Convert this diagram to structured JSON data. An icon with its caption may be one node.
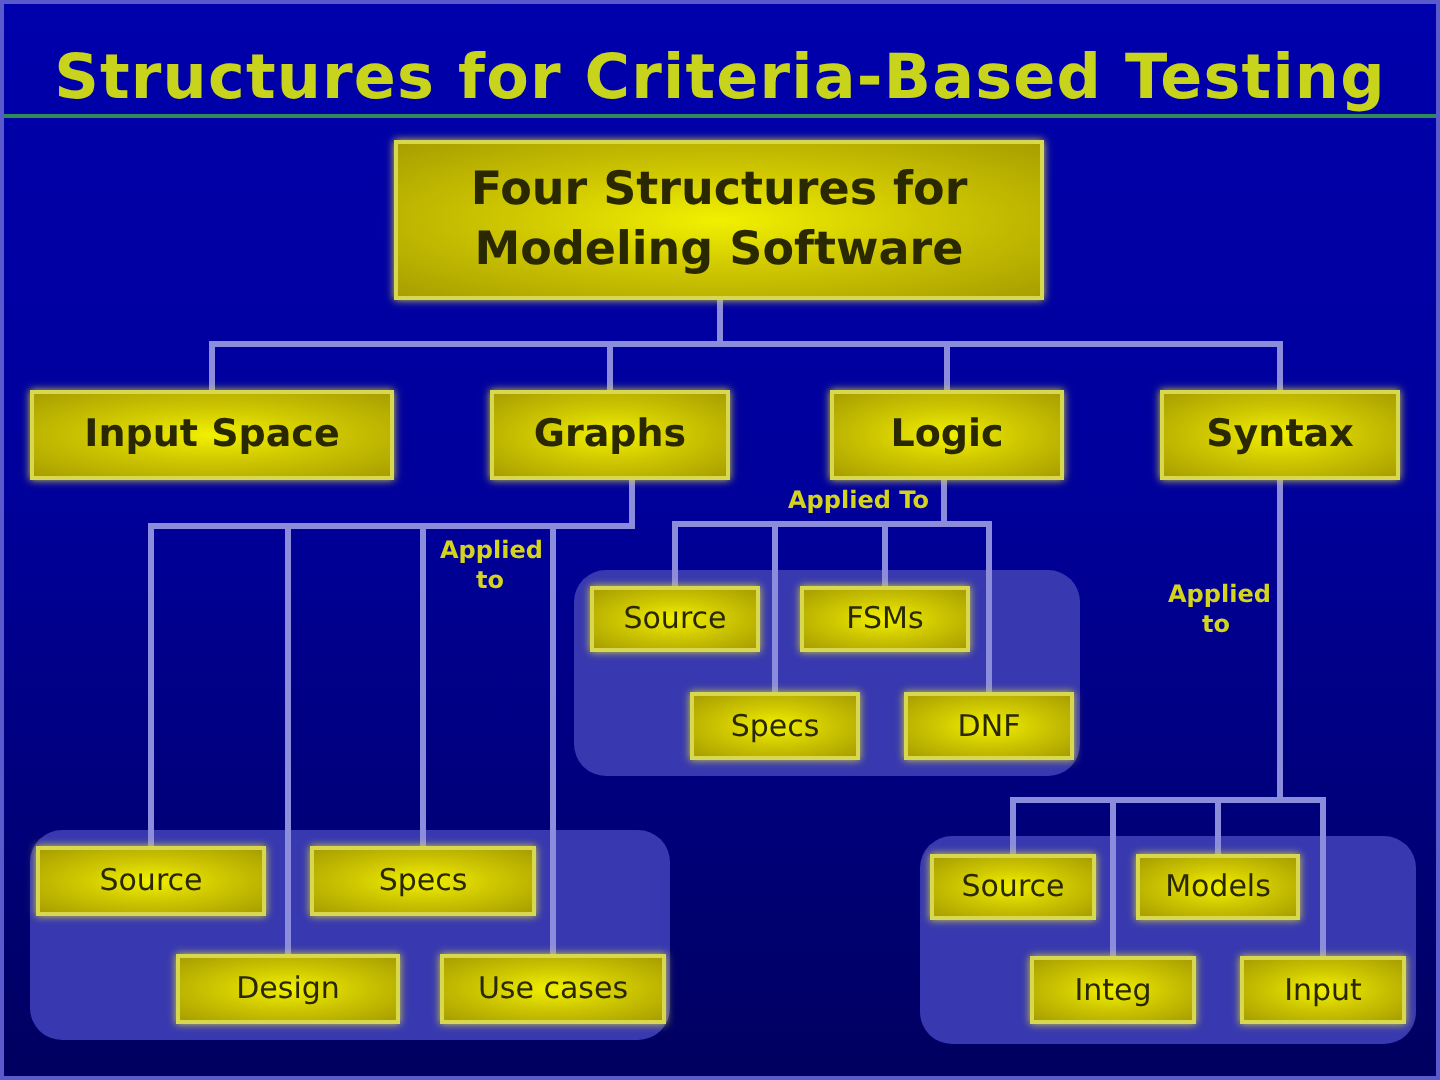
{
  "diagram": {
    "title": "Structures for Criteria-Based Testing",
    "nodes": [
      {
        "text": [
          "Four Structures for Modeling Software"
        ]
      },
      {
        "text": [
          "Input Space"
        ]
      },
      {
        "text": [
          "Graphs"
        ]
      },
      {
        "text": [
          "Logic"
        ]
      },
      {
        "text": [
          "Syntax"
        ]
      },
      {
        "text": [],
        "shape": "box"
      },
      {
        "text": [
          "Source"
        ],
        "in": 5
      },
      {
        "text": [
          "FSMs"
        ],
        "in": 5
      },
      {
        "text": [
          "Specs"
        ],
        "in": 5
      },
      {
        "text": [
          "DNF"
        ],
        "in": 5
      },
      {
        "text": [],
        "shape": "box"
      },
      {
        "text": [
          "Source"
        ],
        "in": 10
      },
      {
        "text": [
          "Specs"
        ],
        "in": 10
      },
      {
        "text": [
          "Design"
        ],
        "in": 10
      },
      {
        "text": [
          "Use cases"
        ],
        "in": 10
      },
      {
        "text": [],
        "shape": "box"
      },
      {
        "text": [
          "Source"
        ],
        "in": 15
      },
      {
        "text": [
          "Models"
        ],
        "in": 15
      },
      {
        "text": [
          "Integ"
        ],
        "in": 15
      },
      {
        "text": [
          "Input"
        ],
        "in": 15
      }
    ],
    "edges": [
      {
        "from": 0,
        "to": 1,
        "arrow": "none"
      },
      {
        "from": 0,
        "to": 2,
        "arrow": "none"
      },
      {
        "from": 0,
        "to": 3,
        "arrow": "none"
      },
      {
        "from": 0,
        "to": 4,
        "arrow": "none"
      },
      {
        "from": 2,
        "to": 11,
        "arrow": "none",
        "label": "Applied to"
      },
      {
        "from": 2,
        "to": 13,
        "arrow": "none"
      },
      {
        "from": 2,
        "to": 12,
        "arrow": "none"
      },
      {
        "from": 2,
        "to": 14,
        "arrow": "none"
      },
      {
        "from": 3,
        "to": 6,
        "arrow": "none",
        "label": "Applied To"
      },
      {
        "from": 3,
        "to": 8,
        "arrow": "none"
      },
      {
        "from": 3,
        "to": 7,
        "arrow": "none"
      },
      {
        "from": 3,
        "to": 9,
        "arrow": "none"
      },
      {
        "from": 4,
        "to": 16,
        "arrow": "none",
        "label": "Applied to"
      },
      {
        "from": 4,
        "to": 18,
        "arrow": "none"
      },
      {
        "from": 4,
        "to": 17,
        "arrow": "none"
      },
      {
        "from": 4,
        "to": 19,
        "arrow": "none"
      }
    ]
  }
}
